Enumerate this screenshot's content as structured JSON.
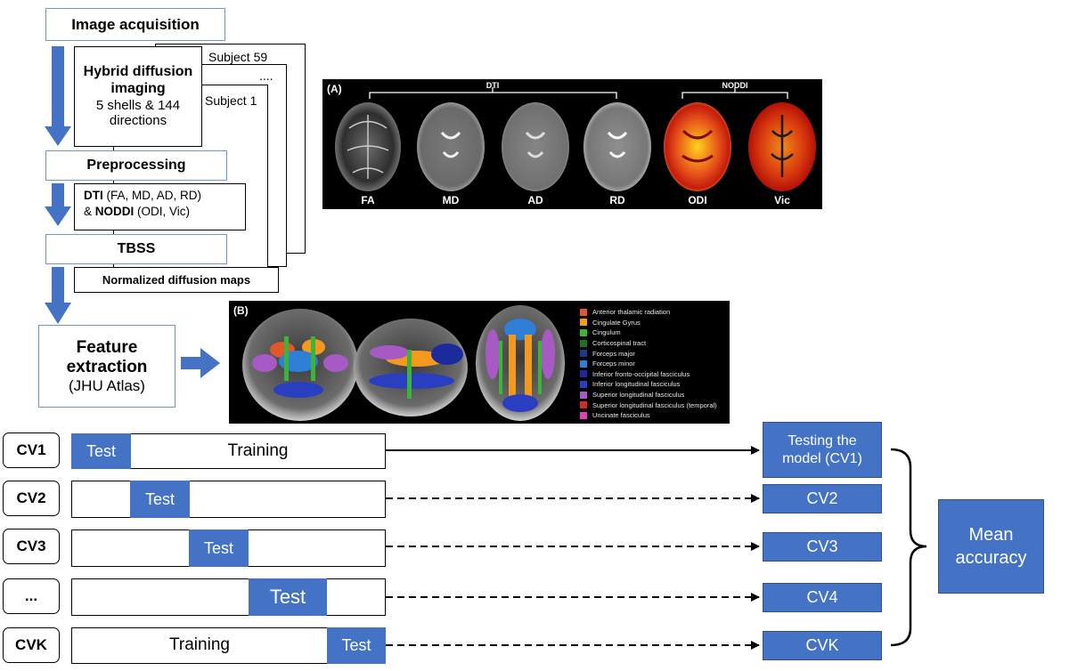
{
  "pipeline": {
    "image_acquisition": "Image acquisition",
    "hybrid_title": "Hybrid diffusion imaging",
    "hybrid_detail": "5 shells & 144 directions",
    "subject_last": "Subject 59",
    "subject_ellipsis": "....",
    "subject_first": "Subject 1",
    "preprocessing": "Preprocessing",
    "dti_bold": "DTI",
    "dti_rest": "(FA, MD, AD, RD)",
    "noddi_amp": "&",
    "noddi_bold": "NODDI",
    "noddi_rest": "(ODI, Vic)",
    "tbss": "TBSS",
    "normalized": "Normalized diffusion maps",
    "feature_line1": "Feature",
    "feature_line2": "extraction",
    "feature_line3": "(JHU Atlas)"
  },
  "panel_a": {
    "label": "(A)",
    "group_dti": "DTI",
    "group_noddi": "NODDI",
    "maps": [
      "FA",
      "MD",
      "AD",
      "RD",
      "ODI",
      "Vic"
    ]
  },
  "panel_b": {
    "label": "(B)",
    "legend": [
      {
        "name": "Anterior thalamic radiation",
        "color": "#e0572a"
      },
      {
        "name": "Cingulate Gyrus",
        "color": "#f39a1e"
      },
      {
        "name": "Cingulum",
        "color": "#3cb43c"
      },
      {
        "name": "Corticospinal tract",
        "color": "#1f6e2a"
      },
      {
        "name": "Forceps major",
        "color": "#1a3b8c"
      },
      {
        "name": "Forceps minor",
        "color": "#2f7fd6"
      },
      {
        "name": "Inferior fronto-occipital fasciculus",
        "color": "#1c2a9c"
      },
      {
        "name": "Inferior longitudinal fasciculus",
        "color": "#2a3fbf"
      },
      {
        "name": "Superior longitudinal fasciculus",
        "color": "#a85ac4"
      },
      {
        "name": "Superior longitudinal fasciculus (temporal)",
        "color": "#d22a2a"
      },
      {
        "name": "Uncinate fasciculus",
        "color": "#e03fb8"
      }
    ]
  },
  "cv": {
    "rows": [
      {
        "label": "CV1",
        "test": "Test",
        "training": "Training"
      },
      {
        "label": "CV2",
        "test": "Test"
      },
      {
        "label": "CV3",
        "test": "Test"
      },
      {
        "label": "...",
        "test": "Test"
      },
      {
        "label": "CVK",
        "test": "Test",
        "training": "Training"
      }
    ],
    "results": [
      "Testing the model (CV1)",
      "CV2",
      "CV3",
      "CV4",
      "CVK"
    ],
    "mean_accuracy": "Mean accuracy"
  },
  "colors": {
    "blue": "#4472c4",
    "outline_blue": "#6f96c8",
    "black": "#000000"
  }
}
